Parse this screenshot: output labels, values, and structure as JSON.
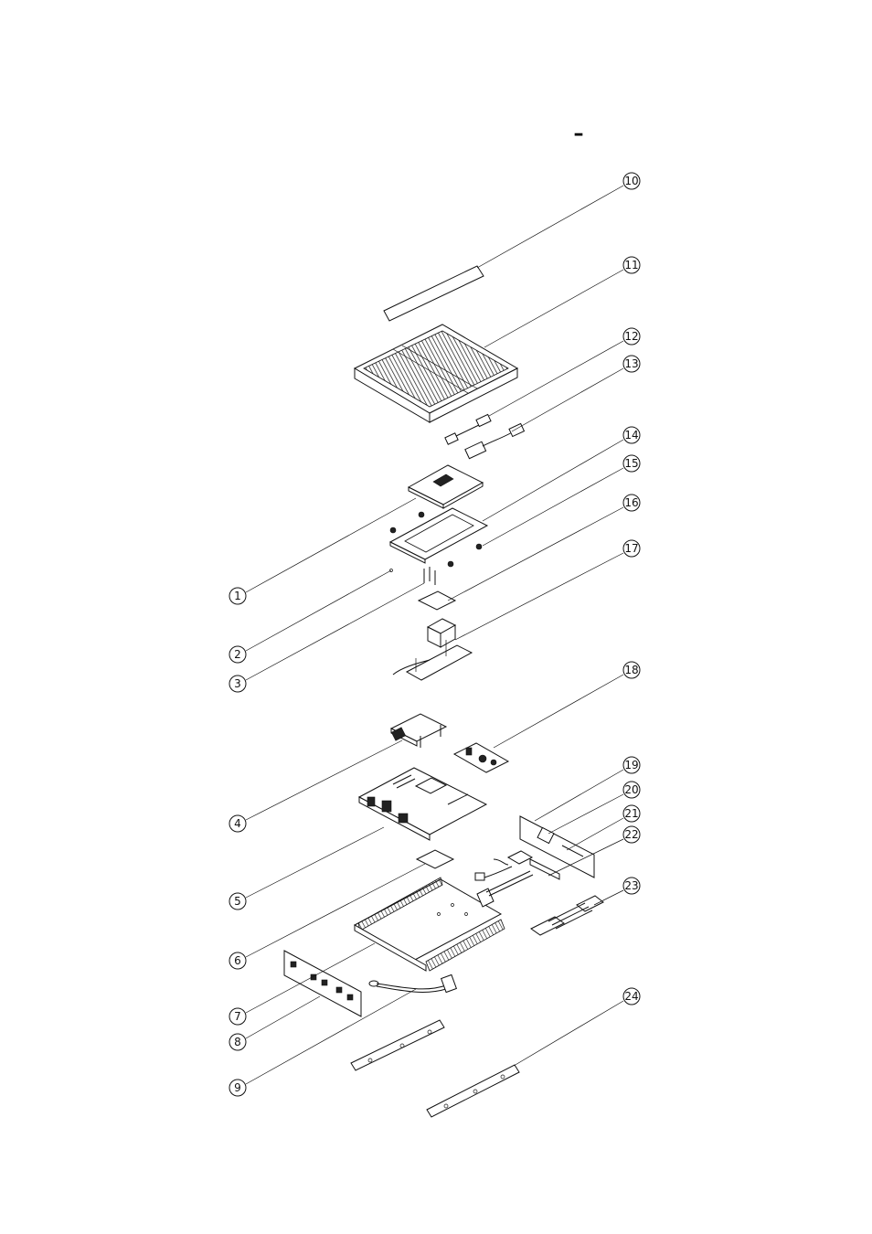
{
  "diagram": {
    "header_mark": "–",
    "callouts_left": [
      "1",
      "2",
      "3",
      "4",
      "5",
      "6",
      "7",
      "8",
      "9"
    ],
    "callouts_right": [
      "10",
      "11",
      "12",
      "13",
      "14",
      "15",
      "16",
      "17",
      "18",
      "19",
      "20",
      "21",
      "22",
      "23",
      "24"
    ]
  },
  "colors": {
    "line": "#111111",
    "background": "#ffffff"
  }
}
